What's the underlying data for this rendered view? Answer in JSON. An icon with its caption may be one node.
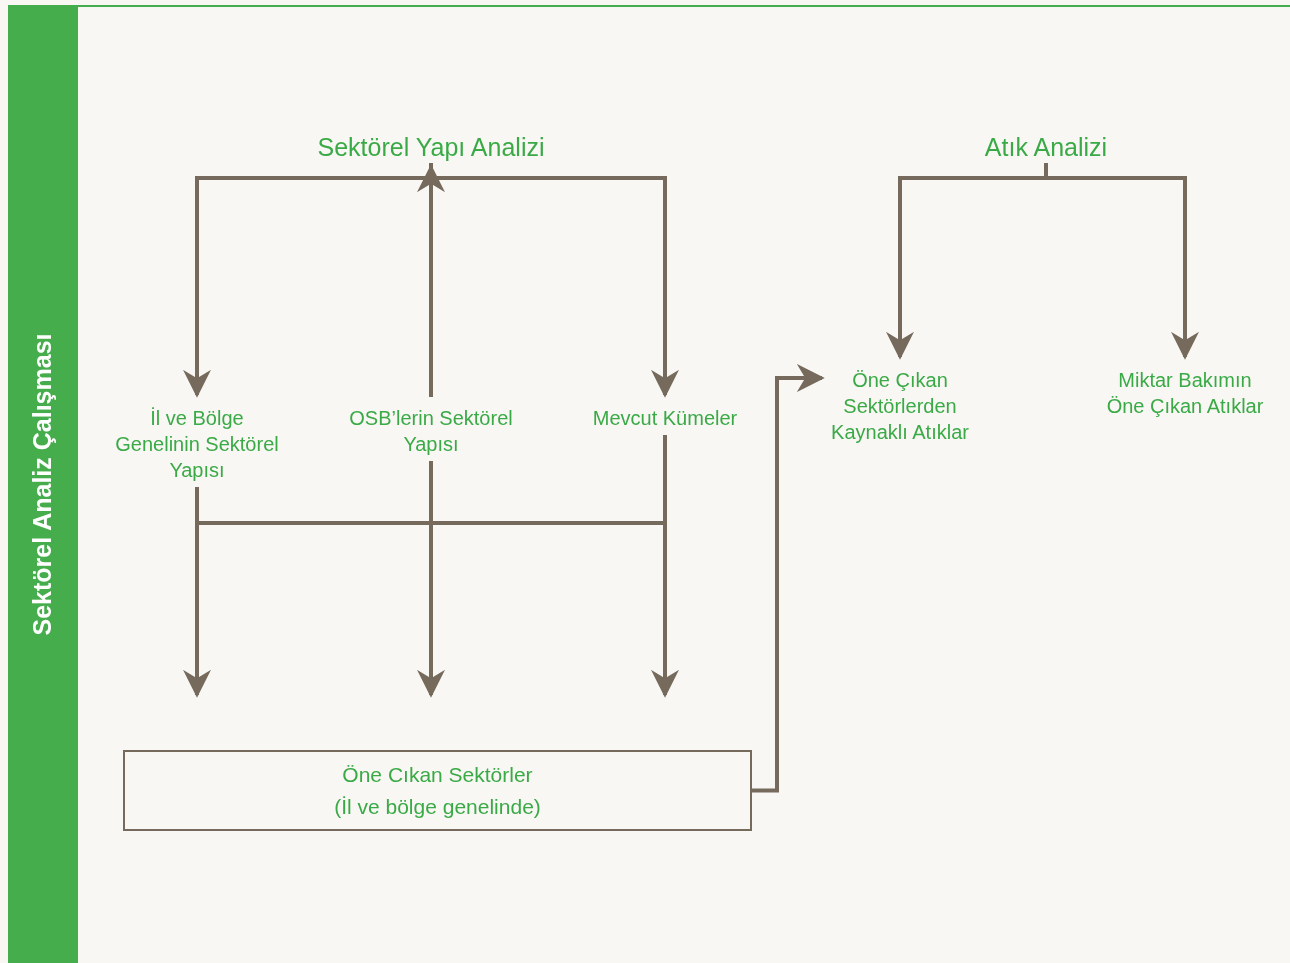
{
  "diagram": {
    "nodes": [
      {
        "text": [
          "Sektörel Analiz Çalışması"
        ]
      },
      {
        "text": [
          "Sektörel Yapı Analizi"
        ]
      },
      {
        "text": [
          "İl ve Bölge Genelinin Sektörel Yapısı"
        ]
      },
      {
        "text": [
          "OSB’lerin Sektörel Yapısı"
        ]
      },
      {
        "text": [
          "Mevcut Kümeler"
        ]
      },
      {
        "text": [
          "Öne Cıkan Sektörler",
          "(İl ve bölge genelinde)"
        ]
      },
      {
        "text": [
          "Atık Analizi"
        ]
      },
      {
        "text": [
          "Öne Çıkan Sektörlerden Kaynaklı Atıklar"
        ]
      },
      {
        "text": [
          "Miktar Bakımın Öne Çıkan Atıklar"
        ]
      }
    ],
    "edges": [
      {
        "from": 1,
        "to": 2,
        "arrow": "to"
      },
      {
        "from": 1,
        "to": 4,
        "arrow": "to"
      },
      {
        "from": 3,
        "to": 1,
        "arrow": "to"
      },
      {
        "from": 2,
        "to": 5,
        "arrow": "to"
      },
      {
        "from": 3,
        "to": 5,
        "arrow": "to"
      },
      {
        "from": 4,
        "to": 5,
        "arrow": "to"
      },
      {
        "from": 5,
        "to": 7,
        "arrow": "to"
      },
      {
        "from": 6,
        "to": 7,
        "arrow": "to"
      },
      {
        "from": 6,
        "to": 8,
        "arrow": "to"
      }
    ]
  }
}
